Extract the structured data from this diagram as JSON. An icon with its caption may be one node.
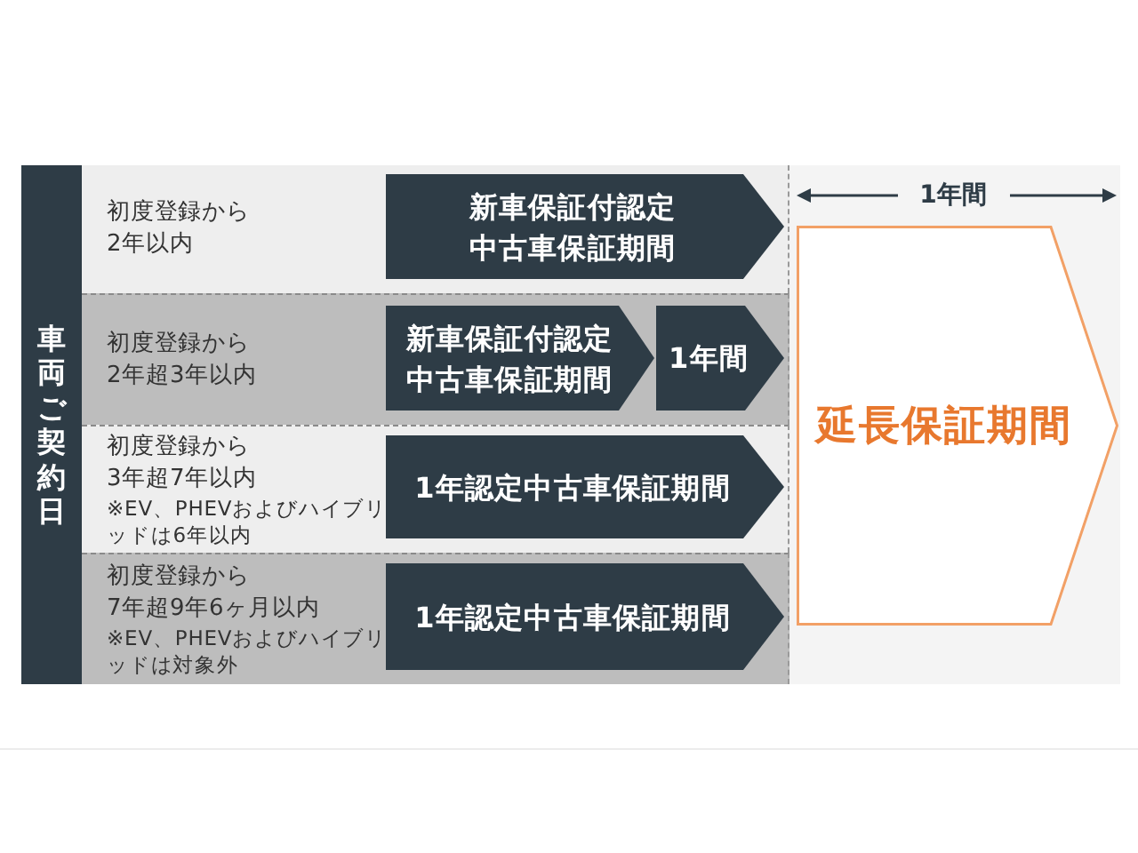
{
  "diagram": {
    "nodes": [
      {
        "text": [
          "車両ご契約日"
        ]
      },
      {
        "text": [
          "初度登録から",
          "2年以内"
        ]
      },
      {
        "text": [
          "新車保証付認定中古車保証期間"
        ],
        "in": 1
      },
      {
        "text": [
          "初度登録から",
          "2年超3年以内"
        ]
      },
      {
        "text": [
          "新車保証付認定中古車保証期間"
        ],
        "in": 3
      },
      {
        "text": [
          "1年間"
        ],
        "in": 3
      },
      {
        "text": [
          "初度登録から",
          "3年超7年以内",
          "※EV、PHEVおよびハイブリッドは6年以内"
        ]
      },
      {
        "text": [
          "1年認定中古車保証期間"
        ],
        "in": 6
      },
      {
        "text": [
          "初度登録から",
          "7年超9年6ヶ月以内",
          "※EV、PHEVおよびハイブリッドは対象外"
        ]
      },
      {
        "text": [
          "1年認定中古車保証期間"
        ],
        "in": 8
      },
      {
        "text": [
          "延長保証期間"
        ],
        "beside": [
          "1年間"
        ]
      }
    ]
  }
}
